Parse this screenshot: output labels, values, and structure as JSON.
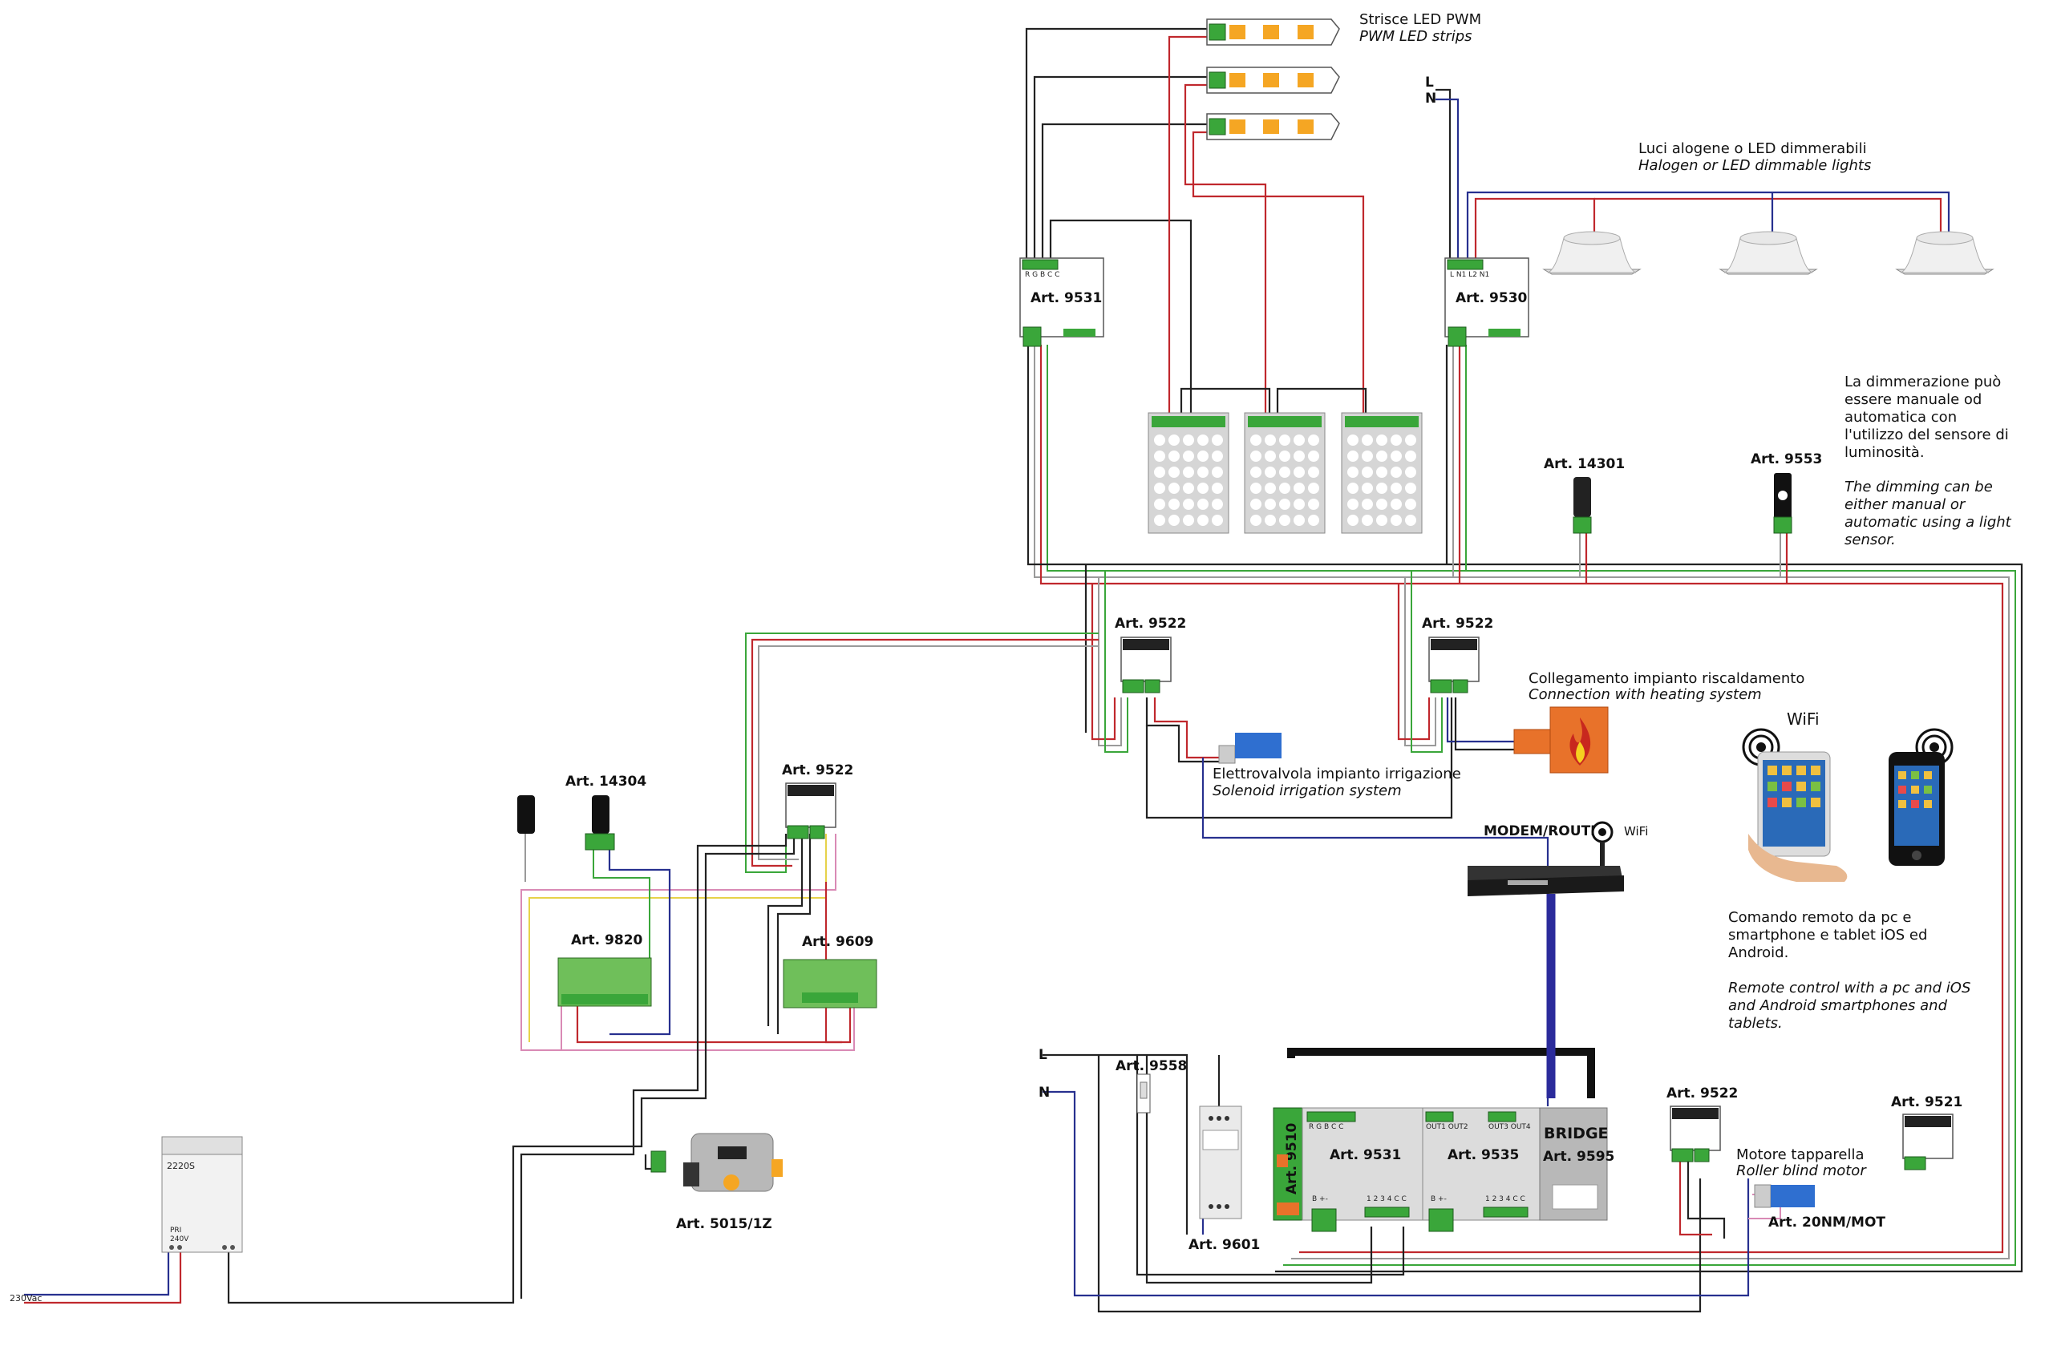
{
  "labels": {
    "led_strips_it": "Strisce LED PWM",
    "led_strips_en": "PWM LED strips",
    "halogen_it": "Luci alogene o LED dimmerabili",
    "halogen_en": "Halogen or LED dimmable lights",
    "dimming_note_it": [
      "La dimmerazione può",
      "essere manuale od",
      "automatica con",
      "l'utilizzo del sensore di",
      "luminosità."
    ],
    "dimming_note_en": [
      "The dimming can be",
      "either manual or",
      "automatic using a light",
      "sensor."
    ],
    "heating_it": "Collegamento impianto riscaldamento",
    "heating_en": "Connection with heating system",
    "irrigation_it": "Elettrovalvola impianto irrigazione",
    "irrigation_en": "Solenoid irrigation system",
    "wifi": "WiFi",
    "router": "MODEM/ROUTER",
    "router_wifi": "WiFi",
    "remote_note_it": [
      "Comando remoto da pc e",
      "smartphone e tablet iOS ed",
      "Android."
    ],
    "remote_note_en": [
      "Remote control with a pc and iOS",
      "and Android smartphones and",
      "tablets."
    ],
    "roller_it": "Motore tapparella",
    "roller_en": "Roller blind motor",
    "ac_input": "230Vac",
    "line_L": "L",
    "line_N": "N",
    "psu_label": "2220S",
    "psu_pri": "PRI",
    "psu_v": "240V",
    "bridge": "BRIDGE"
  },
  "articles": {
    "a9531_top": "Art. 9531",
    "a9530": "Art. 9530",
    "a14301": "Art. 14301",
    "a9553": "Art. 9553",
    "a9522_a": "Art. 9522",
    "a9522_b": "Art. 9522",
    "a9522_c": "Art. 9522",
    "a9522_d": "Art. 9522",
    "a14304": "Art. 14304",
    "a9820": "Art. 9820",
    "a9609": "Art. 9609",
    "a9558": "Art. 9558",
    "a9601": "Art. 9601",
    "a9510": "Art. 9510",
    "a9531_rail": "Art. 9531",
    "a9535": "Art. 9535",
    "a9595": "Art. 9595",
    "a9521": "Art. 9521",
    "a5015": "Art. 5015/1Z",
    "a20nm": "Art. 20NM/MOT"
  },
  "terminals": {
    "rgbcc": "R G B C C",
    "lnln": "L N1 L2 N1",
    "b_pm": "B +-",
    "t1234cc": "1 2 3 4 C C",
    "out12": "OUT1 OUT2",
    "out34": "OUT3 OUT4"
  },
  "colors": {
    "terminal_green": "#3aa63a",
    "heating_orange": "#e8722a",
    "valve_blue": "#2f6fd0",
    "wire_red": "#c0282d",
    "wire_blue": "#27308f",
    "bridge_grey": "#b8b8b8",
    "led_amber": "#f5a623"
  },
  "icons": [
    "flame-icon",
    "wifi-icon",
    "tablet-icon",
    "smartphone-icon",
    "router-icon",
    "led-strip-icon",
    "downlight-icon",
    "motor-icon"
  ]
}
